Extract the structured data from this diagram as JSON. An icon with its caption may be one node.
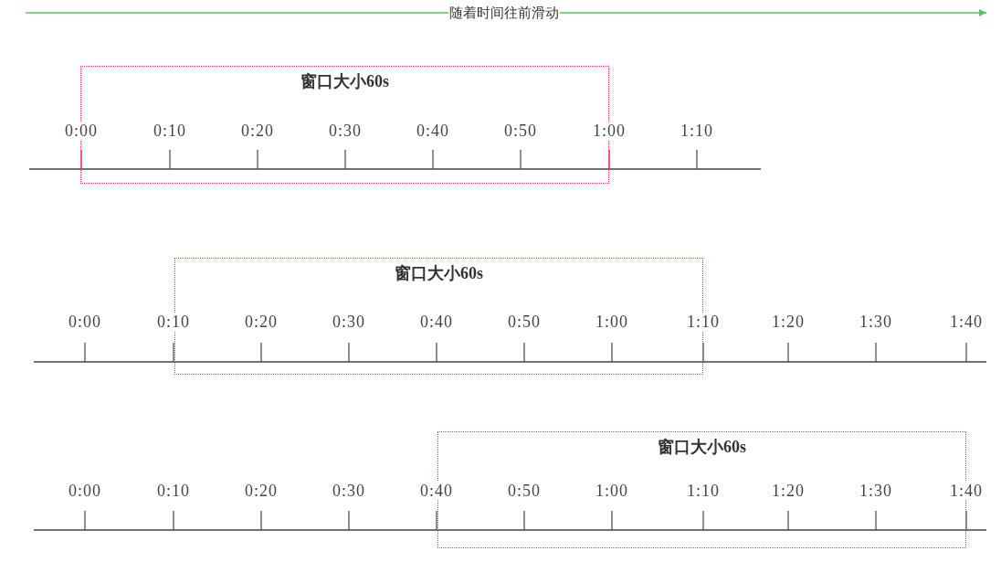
{
  "diagram": {
    "nodes": [
      {
        "text": [
          "窗口大小60s"
        ]
      },
      {
        "text": [
          "窗口大小60s"
        ]
      },
      {
        "text": [
          "窗口大小60s"
        ]
      }
    ],
    "labels": [
      "随着时间往前滑动",
      "0:00",
      "0:10",
      "0:20",
      "0:30",
      "0:40",
      "0:50",
      "1:00",
      "1:10",
      "0:00",
      "0:10",
      "0:20",
      "0:30",
      "0:40",
      "0:50",
      "1:00",
      "1:10",
      "1:20",
      "1:30",
      "1:40",
      "0:00",
      "0:10",
      "0:20",
      "0:30",
      "0:40",
      "0:50",
      "1:00",
      "1:10",
      "1:20",
      "1:30",
      "1:40"
    ]
  }
}
